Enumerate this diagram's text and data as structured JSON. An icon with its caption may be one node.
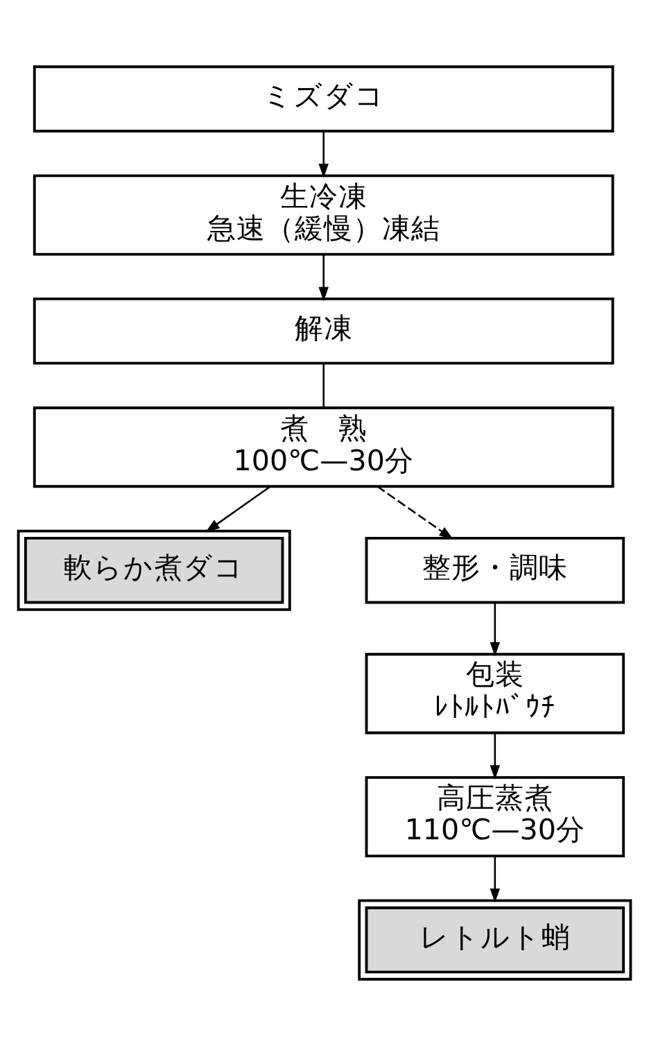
{
  "diagram": {
    "nodes": [
      {
        "text": [
          "ミズダコ"
        ]
      },
      {
        "text": [
          "生冷凍",
          "急速（緩慢）凍結"
        ]
      },
      {
        "text": [
          "解凍"
        ]
      },
      {
        "text": [
          "煮　熟",
          "100℃—30分"
        ]
      },
      {
        "text": [
          "軟らか煮ダコ"
        ]
      },
      {
        "text": [
          "整形・調味"
        ]
      },
      {
        "text": [
          "包装",
          "ﾚﾄﾙﾄﾊﾞｳﾁ"
        ]
      },
      {
        "text": [
          "高圧蒸煮",
          "110℃—30分"
        ]
      },
      {
        "text": [
          "レトルト蛸"
        ]
      }
    ],
    "edges": [
      {
        "from": 0,
        "to": 1,
        "arrow": "to"
      },
      {
        "from": 1,
        "to": 2,
        "arrow": "to"
      },
      {
        "from": 2,
        "to": 3,
        "arrow": "none"
      },
      {
        "from": 3,
        "to": 4,
        "arrow": "to"
      },
      {
        "from": 3,
        "to": 5,
        "arrow": "to",
        "style": "dashed"
      },
      {
        "from": 5,
        "to": 6,
        "arrow": "to"
      },
      {
        "from": 6,
        "to": 7,
        "arrow": "to"
      },
      {
        "from": 7,
        "to": 8,
        "arrow": "to"
      }
    ]
  }
}
